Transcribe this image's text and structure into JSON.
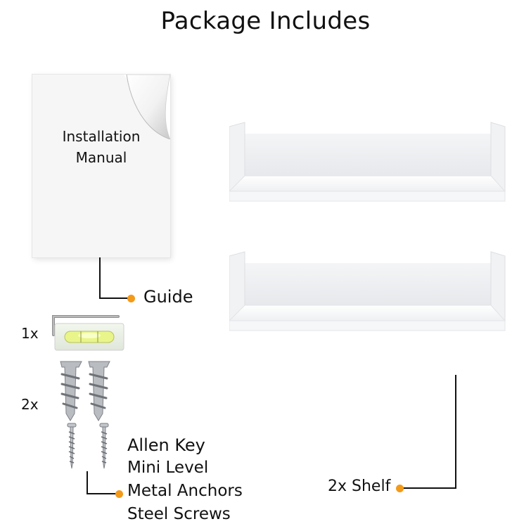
{
  "title": "Package Includes",
  "manual": {
    "line1": "Installation",
    "line2": "Manual"
  },
  "guide_label": "Guide",
  "hardware": {
    "count_tools": "1x",
    "count_fasteners": "2x",
    "items": [
      "Allen Key",
      "Mini Level",
      "Metal Anchors",
      "Steel Screws"
    ]
  },
  "shelf_label": "2x Shelf",
  "colors": {
    "accent": "#f39a1a",
    "line": "#111111",
    "shelf": "#ffffff"
  }
}
